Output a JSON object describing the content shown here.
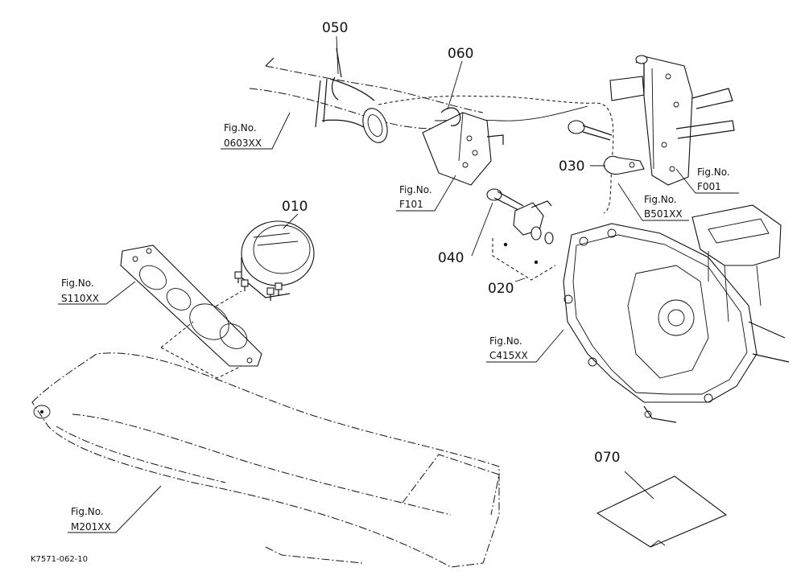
{
  "parts": {
    "p010": "010",
    "p020": "020",
    "p030": "030",
    "p040": "040",
    "p050": "050",
    "p060": "060",
    "p070": "070"
  },
  "figrefs": {
    "caption": "Fig.No.",
    "fig_0603": "0603XX",
    "fig_f101": "F101",
    "fig_f001": "F001",
    "fig_b501": "B501XX",
    "fig_s110": "S110XX",
    "fig_c415": "C415XX",
    "fig_m201": "M201XX"
  },
  "drawing_code": "K7571-062-10"
}
